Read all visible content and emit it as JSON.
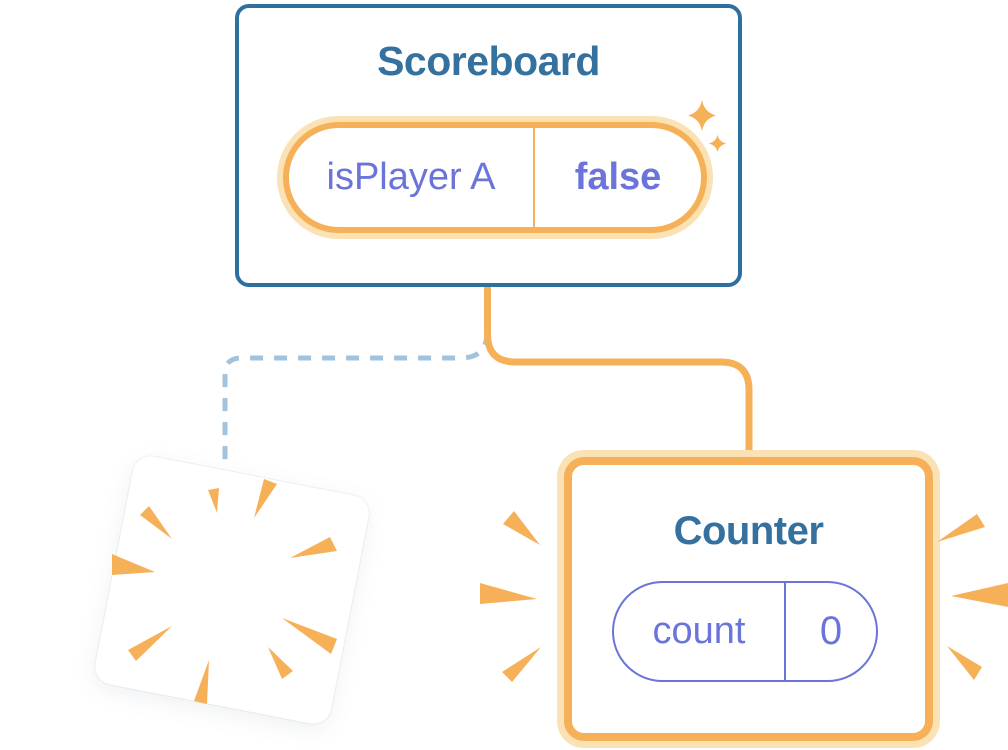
{
  "colors": {
    "bg": "#ffffff",
    "card-bg": "#ffffff",
    "blue-border": "#2D6F9E",
    "blue-text": "#35719E",
    "orange": "#F6B158",
    "orange-halo": "#FBE2B4",
    "purple": "#6B74DB",
    "dash-blue": "#A3C2DB"
  },
  "scoreboard": {
    "title": "Scoreboard",
    "state": {
      "key": "isPlayer A",
      "value": "false"
    }
  },
  "counter": {
    "title": "Counter",
    "state": {
      "key": "count",
      "value": "0"
    }
  },
  "edges": {
    "scoreboard_to_counter": "solid",
    "scoreboard_to_removed": "dashed"
  },
  "icons": {
    "sparkles": "sparkles-icon",
    "poof_burst": "poof-burst-icon",
    "emphasis_left": "emphasis-marks-left-icon",
    "emphasis_right": "emphasis-marks-right-icon"
  }
}
